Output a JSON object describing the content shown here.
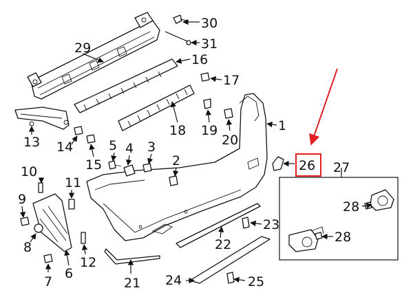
{
  "callouts": {
    "n1": "1",
    "n2": "2",
    "n3": "3",
    "n4": "4",
    "n5": "5",
    "n6": "6",
    "n7": "7",
    "n8": "8",
    "n9": "9",
    "n10": "10",
    "n11": "11",
    "n12": "12",
    "n13": "13",
    "n14": "14",
    "n15": "15",
    "n16": "16",
    "n17": "17",
    "n18": "18",
    "n19": "19",
    "n20": "20",
    "n21": "21",
    "n22": "22",
    "n23": "23",
    "n24": "24",
    "n25": "25",
    "n26": "26",
    "n27": "27",
    "n28a": "28",
    "n28b": "28",
    "n29": "29",
    "n30": "30",
    "n31": "31"
  },
  "colors": {
    "highlight": "#e02020",
    "ink": "#111111",
    "background": "#ffffff"
  }
}
